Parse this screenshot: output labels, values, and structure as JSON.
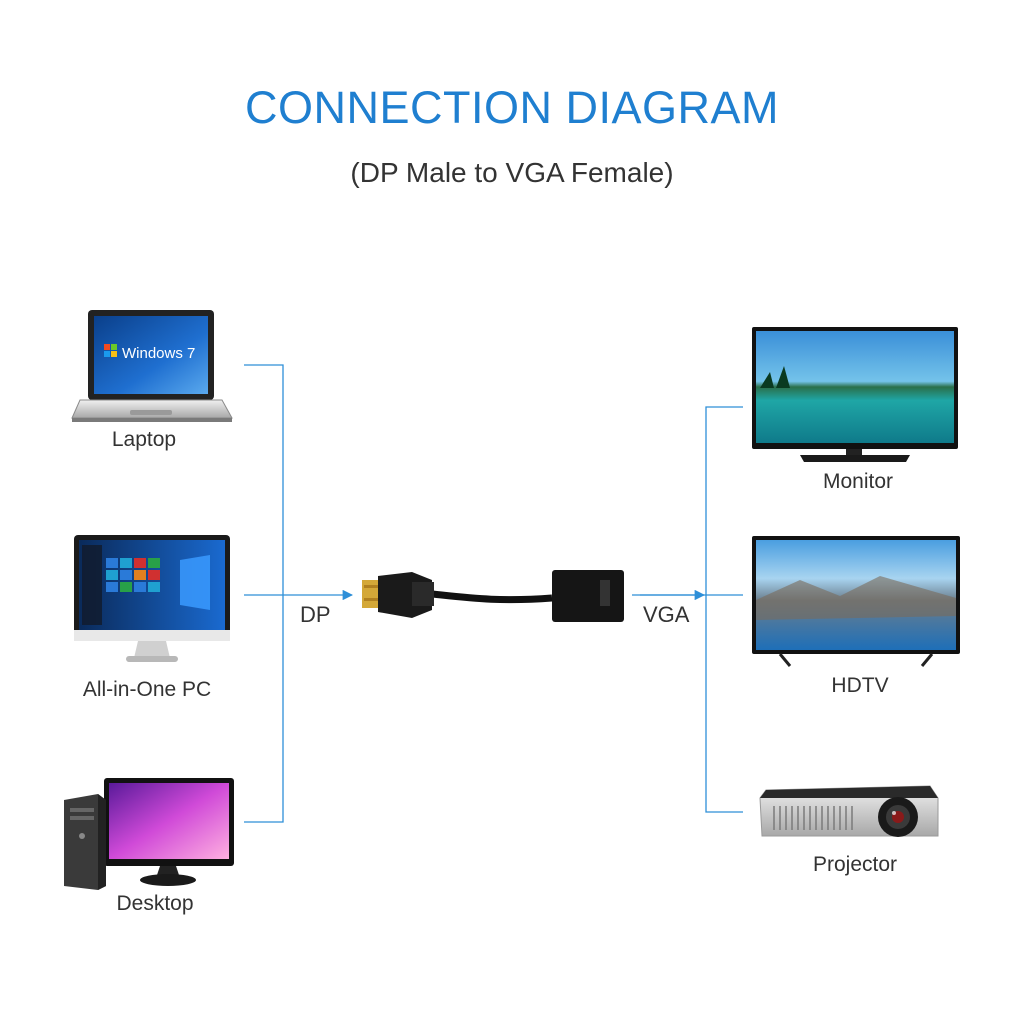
{
  "title": "CONNECTION DIAGRAM",
  "subtitle": "(DP Male to VGA Female)",
  "sources": [
    {
      "label": "Laptop",
      "screen_text": "Windows 7"
    },
    {
      "label": "All-in-One PC"
    },
    {
      "label": "Desktop"
    }
  ],
  "targets": [
    {
      "label": "Monitor"
    },
    {
      "label": "HDTV"
    },
    {
      "label": "Projector"
    }
  ],
  "adapter": {
    "input_label": "DP",
    "output_label": "VGA"
  },
  "colors": {
    "accent": "#1f7fd0",
    "line": "#2e8fd8",
    "text": "#333333"
  }
}
